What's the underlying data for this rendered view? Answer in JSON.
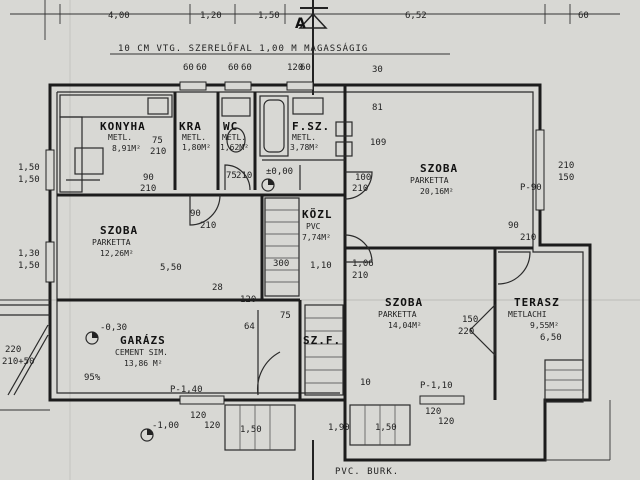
{
  "top_dimensions": [
    "4,00",
    "1,20",
    "1,50",
    "6,52",
    "60"
  ],
  "wall_note": "10 CM VTG. SZERELŐFAL 1,00 M MAGASSÁGIG",
  "section_marker": "A",
  "rooms": {
    "konyha": {
      "name": "KONYHA",
      "floor": "METL.",
      "area": "8,91M²"
    },
    "kamra": {
      "name": "KRA",
      "floor": "METL.",
      "area": "1,80M²"
    },
    "wc": {
      "name": "WC",
      "floor": "METL.",
      "area": "1,62M²"
    },
    "furdo": {
      "name": "F.SZ.",
      "floor": "METL.",
      "area": "3,78M²"
    },
    "szoba1": {
      "name": "SZOBA",
      "floor": "PARKETTA",
      "area": "20,16M²"
    },
    "szoba2": {
      "name": "SZOBA",
      "floor": "PARKETTA",
      "area": "12,26M²"
    },
    "kozl": {
      "name": "KÖZL",
      "floor": "PVC",
      "area": "7,74M²"
    },
    "szoba3": {
      "name": "SZOBA",
      "floor": "PARKETTA",
      "area": "14,04M²"
    },
    "terasz": {
      "name": "TERASZ",
      "floor": "METLACHI",
      "area": "9,55M²"
    },
    "garazs": {
      "name": "GARÁZS",
      "floor": "CEMENT SIM.",
      "area": "13,86 M²"
    },
    "szf": {
      "name": "SZ.F."
    }
  },
  "dims": {
    "d_60a": "60",
    "d_60b": "60",
    "d_60c": "60",
    "d_60_60_a": "60",
    "d_60_60_b": "60",
    "d_120_a": "120",
    "d_120_b": "120",
    "d_30": "30",
    "d_81": "81",
    "d_109": "109",
    "d_75": "75",
    "d_210_k": "210",
    "d_90_210": "90",
    "d_210_b": "210",
    "d_75_210": "75",
    "d_210_c": "210",
    "d_000": "±0,00",
    "d_100": "100",
    "d_210_d": "210",
    "d_p90": "P-90",
    "d_210_150": "210",
    "d_150r": "150",
    "d_150_l": "1,50",
    "d_150_l2": "1,50",
    "d_90_s": "90",
    "d_210_s": "210",
    "d_550": "5,50",
    "d_130": "1,30",
    "d_150_l3": "1,50",
    "d_90_t": "90",
    "d_210_t": "210",
    "d_300": "300",
    "d_110": "1,10",
    "d_106": "1,06",
    "d_210_e": "210",
    "d_28": "28",
    "d_120_g": "120",
    "d_75_g": "75",
    "d_64": "64",
    "d_150_g": "150",
    "d_220_g": "220",
    "d_650": "6,50",
    "d_030": "-0,30",
    "d_220_l": "220",
    "d_210_50": "210+50",
    "d_p140": "P-1,40",
    "d_p110": "P-1,10",
    "d_10": "10",
    "d_95": "95%",
    "d_120_h": "120",
    "d_120_i": "120",
    "d_150_b": "1,50",
    "d_190": "1,90",
    "d_150_b2": "1,50",
    "d_120_j": "120",
    "d_120_k": "120",
    "d_100_m": "-1,00",
    "pvc_burk": "PVC. BURK."
  }
}
